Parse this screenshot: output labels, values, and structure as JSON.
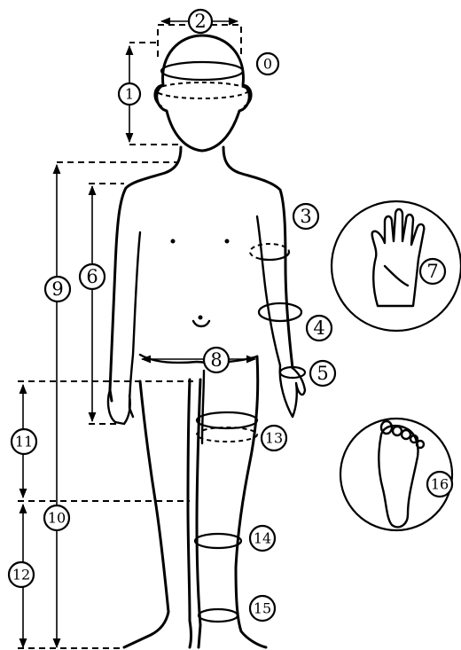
{
  "labels": {
    "m0": "0",
    "m1": "1",
    "m2": "2",
    "m3": "3",
    "m4": "4",
    "m5": "5",
    "m6": "6",
    "m7": "7",
    "m8": "8",
    "m9": "9",
    "m10": "10",
    "m11": "11",
    "m12": "12",
    "m13": "13",
    "m14": "14",
    "m15": "15",
    "m16": "16"
  },
  "colors": {
    "ink": "#000000",
    "paper": "#ffffff"
  }
}
